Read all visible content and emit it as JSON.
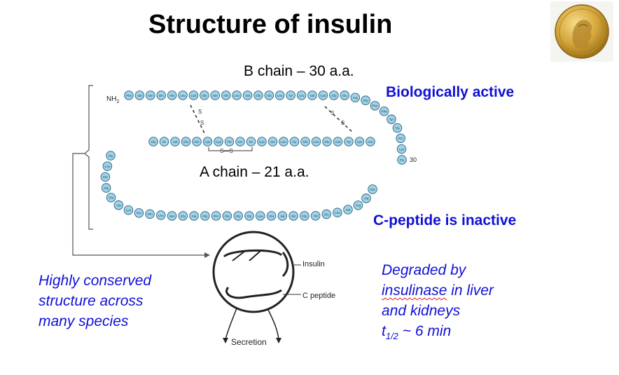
{
  "title": "Structure of insulin",
  "b_chain_label": "B chain – 30 a.a.",
  "a_chain_label": "A chain – 21 a.a.",
  "bio_active": "Biologically active",
  "c_peptide_inactive": "C-peptide is inactive",
  "conserved": [
    "Highly conserved",
    "structure across",
    "many species"
  ],
  "degraded": {
    "line1": "Degraded by",
    "line2_word": "insulinase",
    "line2_rest": " in liver",
    "line3": "and kidneys",
    "t_base": "t",
    "t_sub": "1/2",
    "t_rest": " ~ 6 min"
  },
  "diagram": {
    "nh2": "NH",
    "nh2_sub": "2",
    "residue_30": "30",
    "ss_bridge": "S—S",
    "s": "S",
    "insulin_label": "Insulin",
    "c_peptide_label": "C peptide",
    "secretion_label": "Secretion"
  },
  "residues": {
    "b_top": [
      "Phe",
      "Val",
      "Asn",
      "Gln",
      "His",
      "Leu",
      "Cys",
      "Gly",
      "Ser",
      "His",
      "Leu",
      "Val",
      "Glu",
      "Ala",
      "Leu",
      "Tyr",
      "Leu",
      "Val",
      "Cys",
      "Gly",
      "Glu",
      "Arg",
      "Gly",
      "Phe",
      "Phe",
      "Tyr",
      "Thr",
      "Pro",
      "Lys",
      "Thr"
    ],
    "a_chain": [
      "Gly",
      "Ile",
      "Val",
      "Glu",
      "Gln",
      "Cys",
      "Cys",
      "Thr",
      "Ser",
      "Ile",
      "Cys",
      "Ser",
      "Leu",
      "Tyr",
      "Gln",
      "Leu",
      "Glu",
      "Asn",
      "Tyr",
      "Cys",
      "Asn"
    ],
    "c_pep": [
      "Gly",
      "Leu",
      "Ser",
      "Gly",
      "Glu",
      "Ala",
      "Leu",
      "Pro",
      "Gln",
      "Leu",
      "Ser",
      "Gly",
      "Ala",
      "Gly",
      "Pro",
      "Gly",
      "Gly",
      "Gly",
      "Leu",
      "Glu",
      "Val",
      "Gln",
      "Gly",
      "Val",
      "Glu",
      "Leu",
      "Ala",
      "Arg",
      "Ala",
      "Gln"
    ]
  },
  "colors": {
    "bead_fill": "#9fd3ea",
    "bead_stroke": "#2f5f78",
    "accent_blue": "#1010d8",
    "medal_gold": "#c99a2e"
  }
}
